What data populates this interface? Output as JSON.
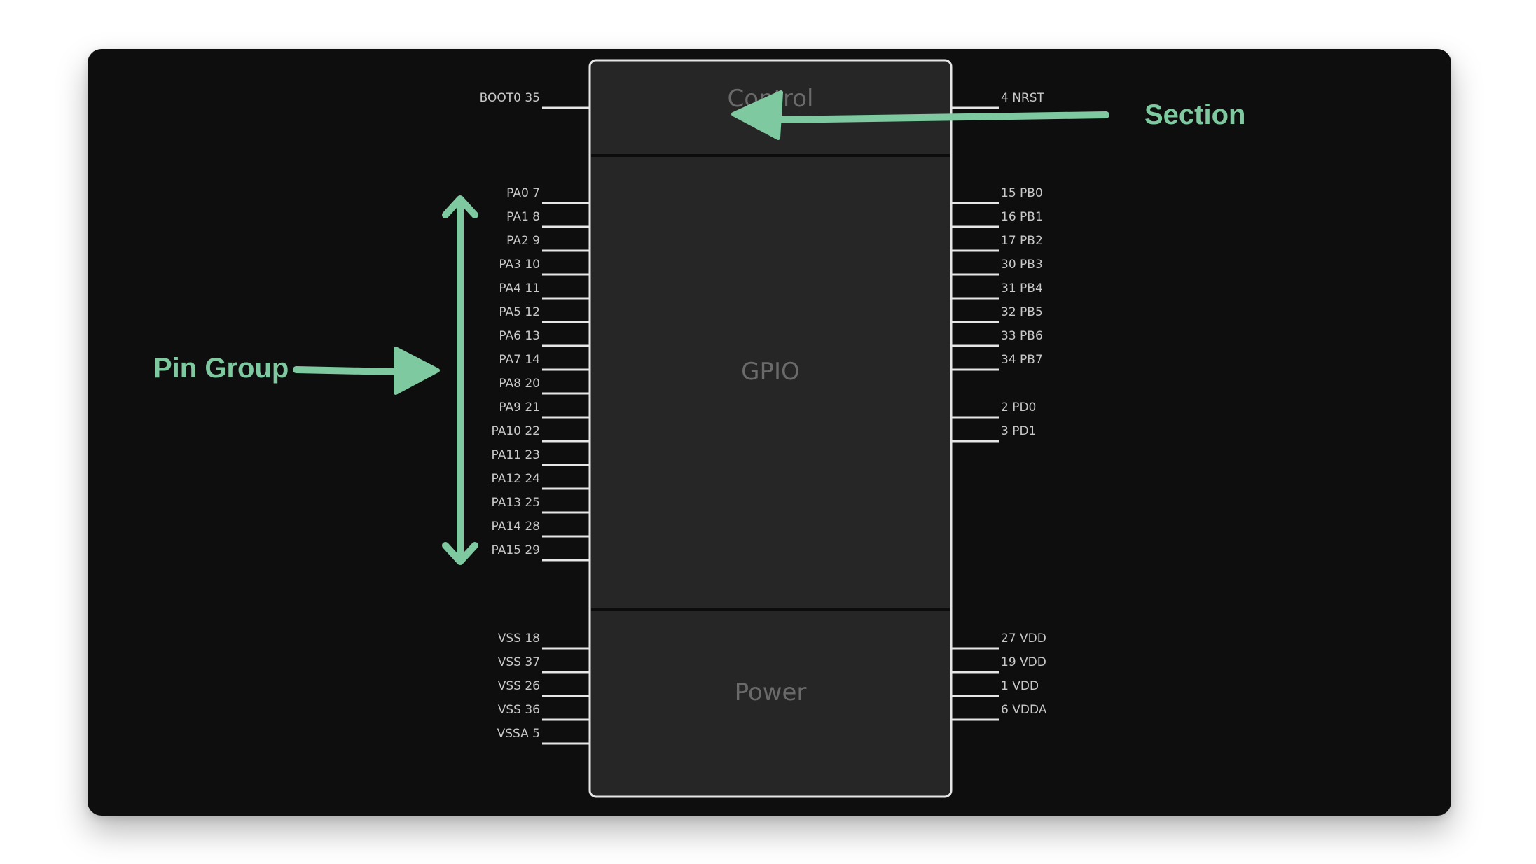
{
  "colors": {
    "background": "#0e0e0e",
    "chip_fill": "#262626",
    "chip_border": "#e6e6e6",
    "pin_line": "#e6e6e6",
    "pin_label": "#c9c9c9",
    "section_label": "#6a6a6a",
    "annotation": "#7ec9a0"
  },
  "chip": {
    "sections": [
      {
        "name": "Control",
        "left_pins": [
          {
            "name": "BOOT0",
            "number": "35"
          }
        ],
        "right_pins": [
          {
            "number": "4",
            "name": "NRST"
          }
        ]
      },
      {
        "name": "GPIO",
        "left_pins": [
          {
            "name": "PA0",
            "number": "7"
          },
          {
            "name": "PA1",
            "number": "8"
          },
          {
            "name": "PA2",
            "number": "9"
          },
          {
            "name": "PA3",
            "number": "10"
          },
          {
            "name": "PA4",
            "number": "11"
          },
          {
            "name": "PA5",
            "number": "12"
          },
          {
            "name": "PA6",
            "number": "13"
          },
          {
            "name": "PA7",
            "number": "14"
          },
          {
            "name": "PA8",
            "number": "20"
          },
          {
            "name": "PA9",
            "number": "21"
          },
          {
            "name": "PA10",
            "number": "22"
          },
          {
            "name": "PA11",
            "number": "23"
          },
          {
            "name": "PA12",
            "number": "24"
          },
          {
            "name": "PA13",
            "number": "25"
          },
          {
            "name": "PA14",
            "number": "28"
          },
          {
            "name": "PA15",
            "number": "29"
          }
        ],
        "right_pins": [
          {
            "number": "15",
            "name": "PB0"
          },
          {
            "number": "16",
            "name": "PB1"
          },
          {
            "number": "17",
            "name": "PB2"
          },
          {
            "number": "30",
            "name": "PB3"
          },
          {
            "number": "31",
            "name": "PB4"
          },
          {
            "number": "32",
            "name": "PB5"
          },
          {
            "number": "33",
            "name": "PB6"
          },
          {
            "number": "34",
            "name": "PB7"
          },
          {
            "gap": true
          },
          {
            "number": "2",
            "name": "PD0"
          },
          {
            "number": "3",
            "name": "PD1"
          }
        ]
      },
      {
        "name": "Power",
        "left_pins": [
          {
            "name": "VSS",
            "number": "18"
          },
          {
            "name": "VSS",
            "number": "37"
          },
          {
            "name": "VSS",
            "number": "26"
          },
          {
            "name": "VSS",
            "number": "36"
          },
          {
            "name": "VSSA",
            "number": "5"
          }
        ],
        "right_pins": [
          {
            "number": "27",
            "name": "VDD"
          },
          {
            "number": "19",
            "name": "VDD"
          },
          {
            "number": "1",
            "name": "VDD"
          },
          {
            "number": "6",
            "name": "VDDA"
          }
        ]
      }
    ]
  },
  "annotations": {
    "section": "Section",
    "pin_group": "Pin Group"
  }
}
